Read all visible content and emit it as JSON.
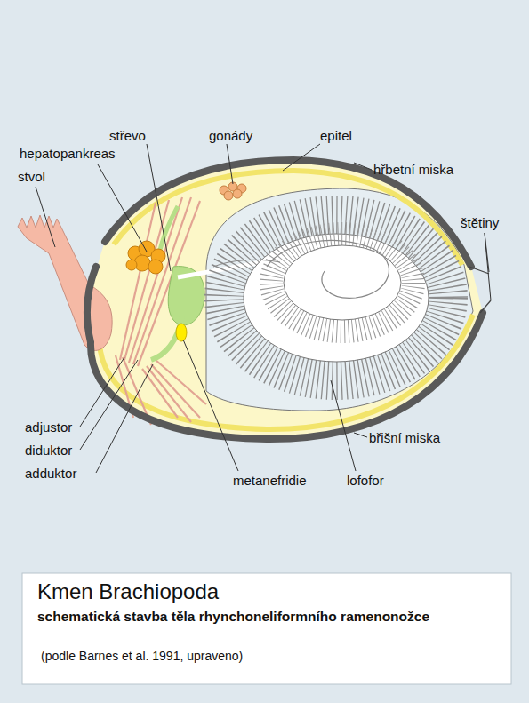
{
  "diagram": {
    "title": "Kmen Brachiopoda",
    "caption": "schematická stavba těla rhynchoneliformního ramenonožce",
    "labels": [
      "stvol",
      "hepatopankreas",
      "střevo",
      "gonády",
      "epitel",
      "hřbetní miska",
      "štětiny",
      "adjustor",
      "diduktor",
      "adduktor",
      "metanefridie",
      "lofofor",
      "břišní miska",
      "(podle Barnes et al. 1991, upraveno)"
    ]
  }
}
